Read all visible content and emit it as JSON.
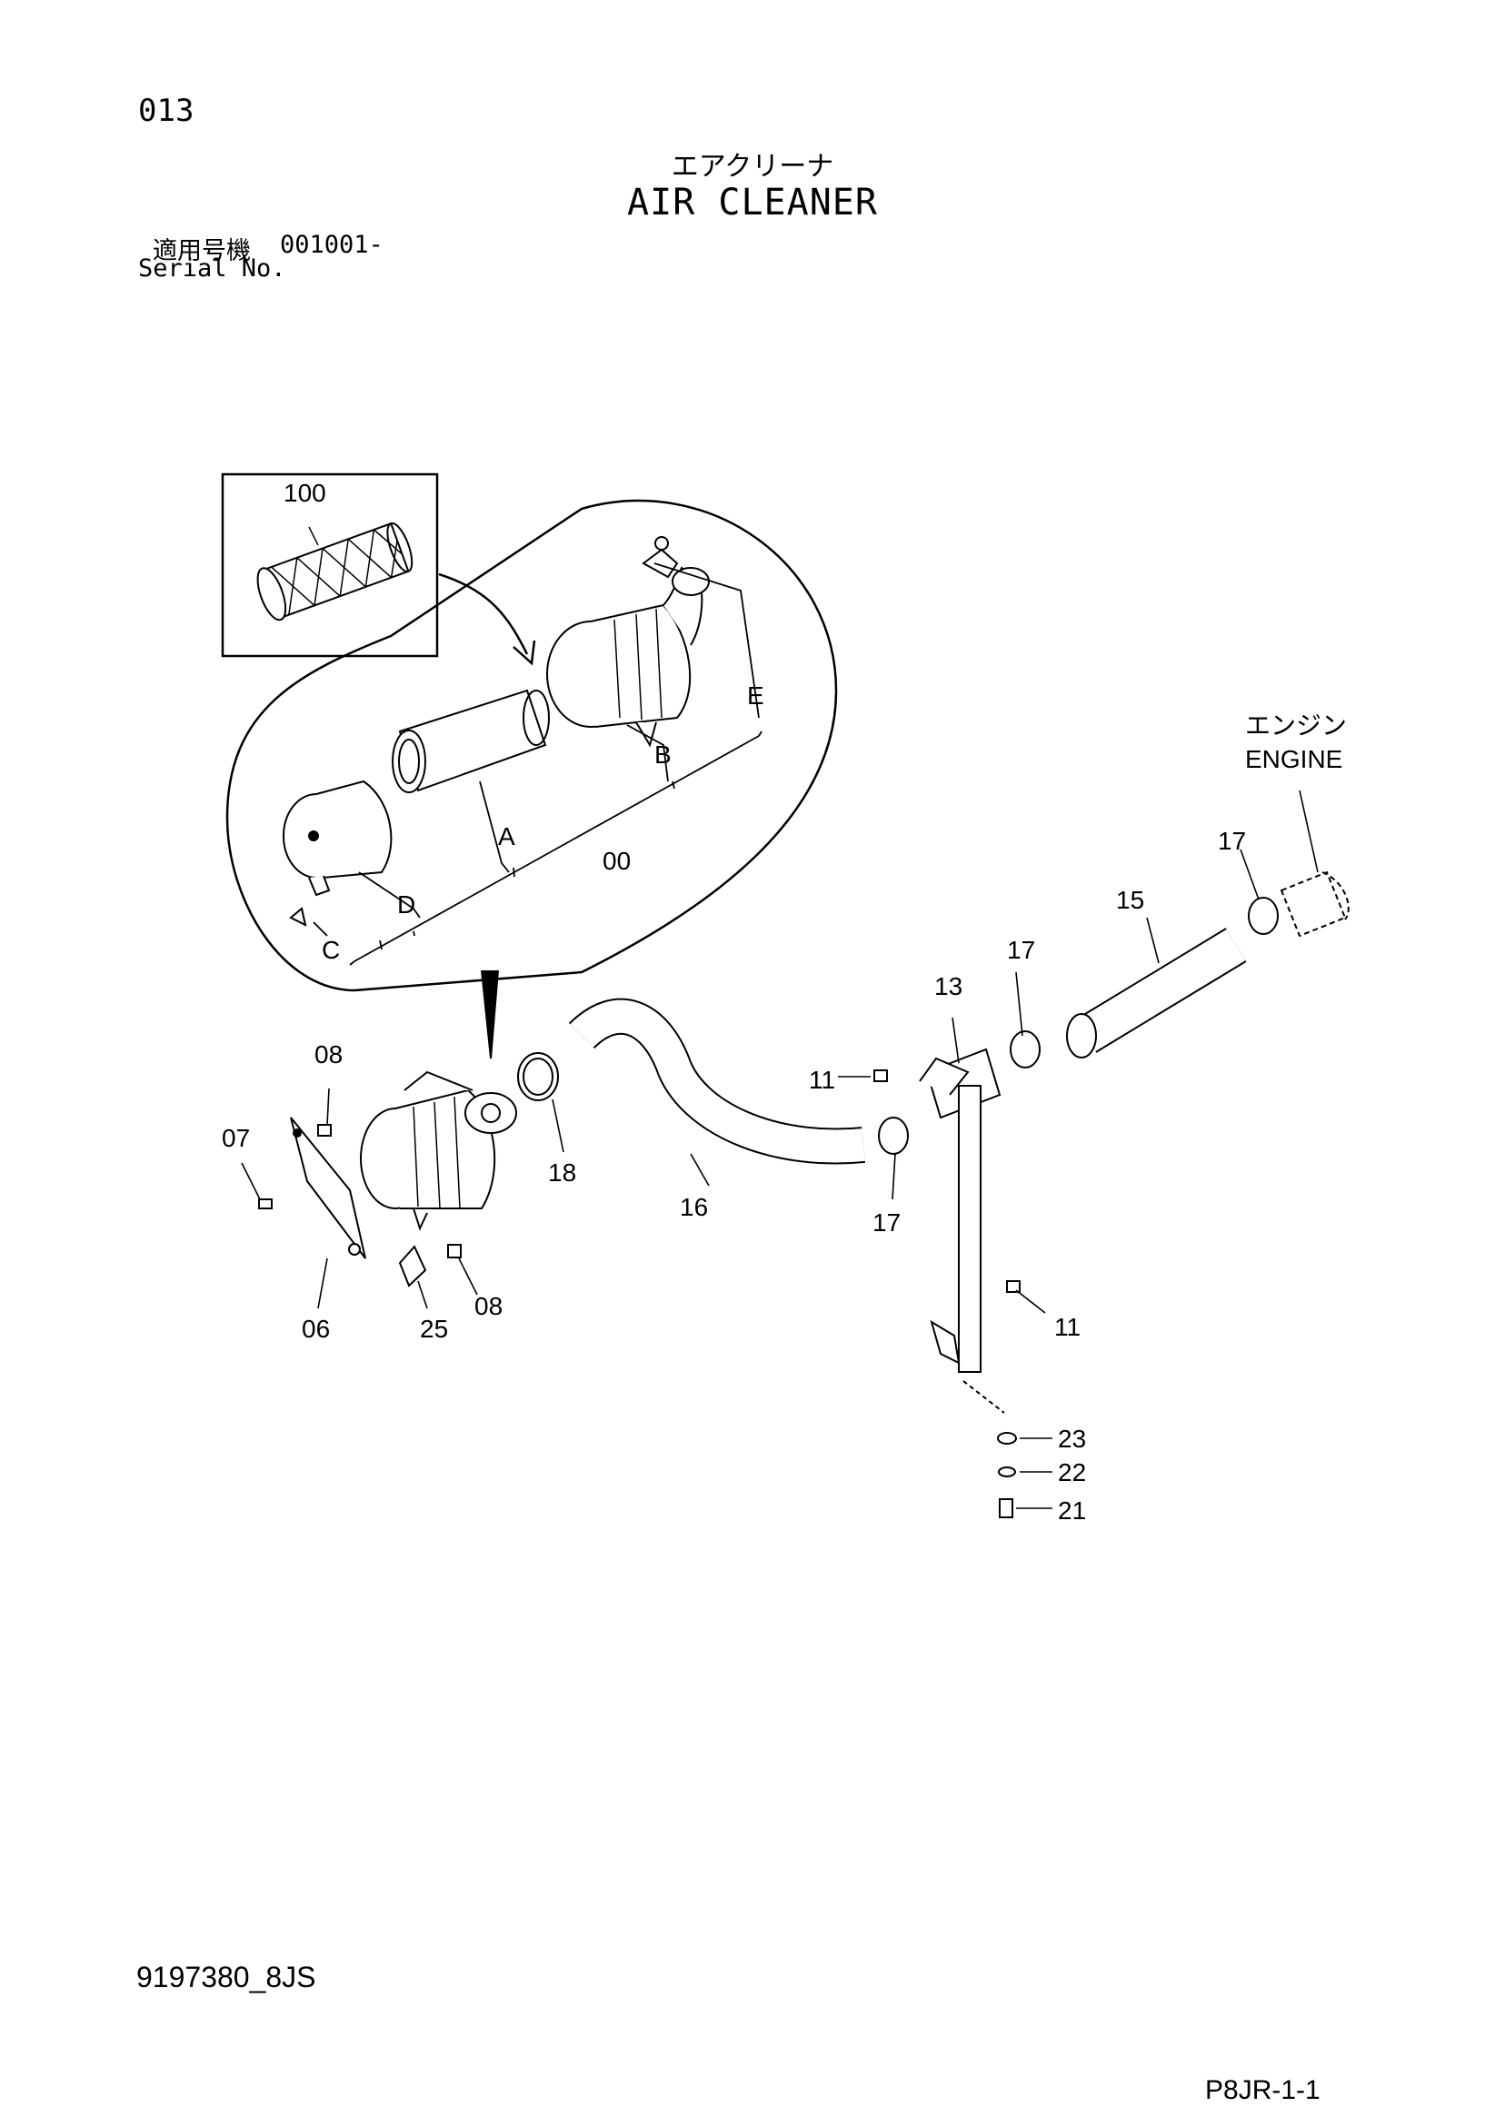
{
  "header": {
    "page_number": "013",
    "title_jp": "エアクリーナ",
    "title_en": "AIR CLEANER",
    "serial_label_jp": "適用号機",
    "serial_value": "001001-",
    "serial_label_en": "Serial No."
  },
  "footer": {
    "doc_code": "9197380_8JS",
    "page_code": "P8JR-1-1"
  },
  "engine_label": {
    "jp": "エンジン",
    "en": "ENGINE"
  },
  "callouts": {
    "c100": "100",
    "cE": "E",
    "cB": "B",
    "cA": "A",
    "c00": "00",
    "cD": "D",
    "cC": "C",
    "c17a": "17",
    "c15": "15",
    "c17b": "17",
    "c13": "13",
    "c08a": "08",
    "c07": "07",
    "c11a": "11",
    "c18": "18",
    "c16": "16",
    "c17c": "17",
    "c06": "06",
    "c25": "25",
    "c08b": "08",
    "c11b": "11",
    "c23": "23",
    "c22": "22",
    "c21": "21"
  }
}
